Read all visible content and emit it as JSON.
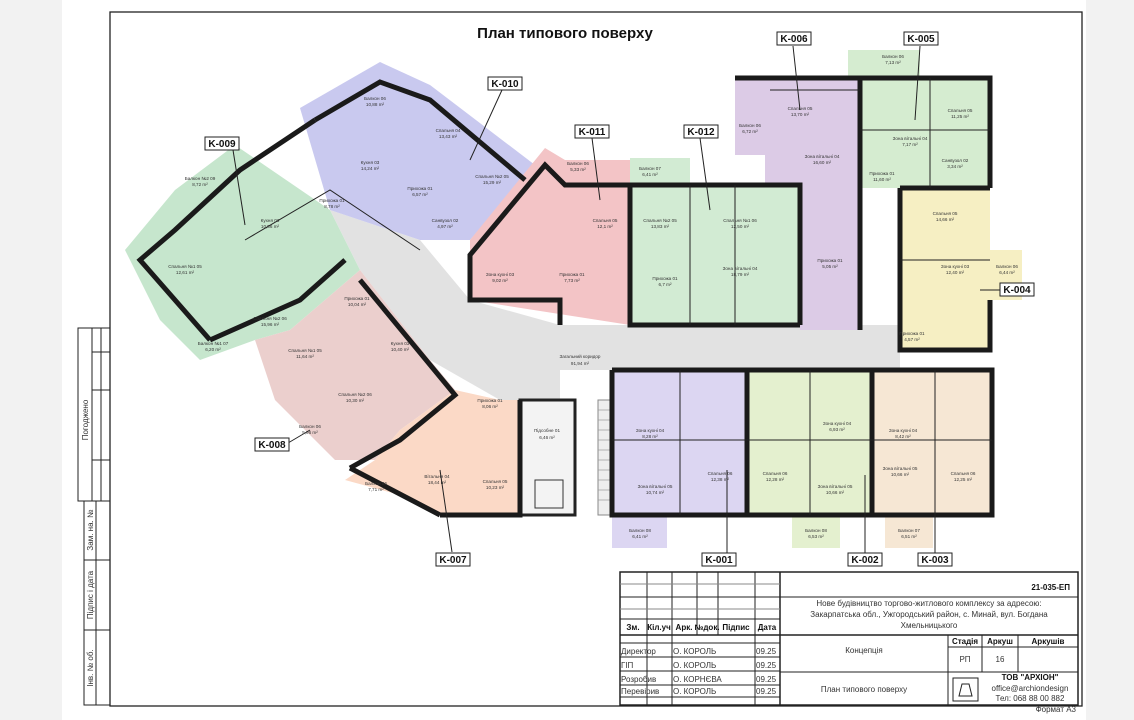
{
  "title": "План типового поверху",
  "colors": {
    "k009": "#c6e6cd",
    "k010": "#c9c9ef",
    "k011": "#f3c4c6",
    "k012": "#d2ebd3",
    "k006": "#dccbe6",
    "k005": "#d5ecd0",
    "k004": "#f6efc3",
    "k008": "#ebcfcd",
    "k007": "#fbd9c6",
    "k001": "#dcd6f2",
    "k002": "#e4f0cf",
    "k003": "#f6e7d4",
    "corridor": "#e2e2e2"
  },
  "apartments": [
    "K-001",
    "K-002",
    "K-003",
    "K-004",
    "K-005",
    "K-006",
    "K-007",
    "K-008",
    "K-009",
    "K-010",
    "K-011",
    "K-012"
  ],
  "rooms": {
    "corridor": {
      "name": "Загальний коридор",
      "area": "91,94 m²"
    },
    "utility": {
      "name": "Підсобне 01",
      "area": "6,46 m²"
    },
    "k010": [
      {
        "name": "Балкон 06",
        "area": "10,88 m²"
      },
      {
        "name": "Кухня 03",
        "area": "14,24 m²"
      },
      {
        "name": "Спальня 04",
        "area": "13,43 m²"
      },
      {
        "name": "Спальня №2 05",
        "area": "15,29 m²"
      },
      {
        "name": "Прихожа 01",
        "area": "6,57 m²"
      },
      {
        "name": "Санвузол 02",
        "area": "4,97 m²"
      }
    ],
    "k009": [
      {
        "name": "Балкон №2 09",
        "area": "8,72 m²"
      },
      {
        "name": "Кухня 03",
        "area": "10,56 m²"
      },
      {
        "name": "Спальня №1 05",
        "area": "12,61 m²"
      },
      {
        "name": "Балкон №1 07",
        "area": "6,20 m²"
      },
      {
        "name": "Спальня №2 06",
        "area": "15,96 m²"
      },
      {
        "name": "Прихожа 01",
        "area": "8,78 m²"
      }
    ],
    "k011": [
      {
        "name": "Балкон 06",
        "area": "5,33 m²"
      },
      {
        "name": "Спальня 05",
        "area": "12,1 m²"
      },
      {
        "name": "Зона кухні 03",
        "area": "9,02 m²"
      },
      {
        "name": "Прихожа 01",
        "area": "7,73 m²"
      }
    ],
    "k012": [
      {
        "name": "Балкон 07",
        "area": "6,41 m²"
      },
      {
        "name": "Спальня №2 05",
        "area": "13,83 m²"
      },
      {
        "name": "Спальня №1 06",
        "area": "12,50 m²"
      },
      {
        "name": "Зона вітальні 04",
        "area": "18,79 m²"
      },
      {
        "name": "Прихожа 01",
        "area": "6,7 m²"
      }
    ],
    "k006": [
      {
        "name": "Балкон 06",
        "area": "6,72 m²"
      },
      {
        "name": "Спальня 05",
        "area": "13,70 m²"
      },
      {
        "name": "Зона вітальні 04",
        "area": "16,60 m²"
      },
      {
        "name": "Прихожа 01",
        "area": "5,05 m²"
      }
    ],
    "k005": [
      {
        "name": "Балкон 06",
        "area": "7,13 m²"
      },
      {
        "name": "Спальня 05",
        "area": "11,25 m²"
      },
      {
        "name": "Зона вітальні 04",
        "area": "7,17 m²"
      },
      {
        "name": "Прихожа 01",
        "area": "11,60 m²"
      },
      {
        "name": "Санвузол 02",
        "area": "3,34 m²"
      }
    ],
    "k004": [
      {
        "name": "Спальня 05",
        "area": "14,66 m²"
      },
      {
        "name": "Балкон 06",
        "area": "6,44 m²"
      },
      {
        "name": "Зона кухні 03",
        "area": "12,40 m²"
      },
      {
        "name": "Прихожа 01",
        "area": "4,57 m²"
      }
    ],
    "k008": [
      {
        "name": "Прихожа 01",
        "area": "10,04 m²"
      },
      {
        "name": "Спальня №1 05",
        "area": "11,64 m²"
      },
      {
        "name": "Спальня №2 06",
        "area": "10,30 m²"
      },
      {
        "name": "Балкон 06",
        "area": "5,96 m²"
      },
      {
        "name": "Кухня 03",
        "area": "10,40 m²"
      }
    ],
    "k007": [
      {
        "name": "Прихожа 01",
        "area": "8,06 m²"
      },
      {
        "name": "Вітальня 04",
        "area": "18,44 m²"
      },
      {
        "name": "Балкон 06",
        "area": "7,71 m²"
      },
      {
        "name": "Спальня 05",
        "area": "10,23 m²"
      }
    ],
    "k001": [
      {
        "name": "Зона кухні 04",
        "area": "8,28 m²"
      },
      {
        "name": "Спальня 06",
        "area": "12,38 m²"
      },
      {
        "name": "Зона вітальні 05",
        "area": "10,74 m²"
      },
      {
        "name": "Балкон 08",
        "area": "6,41 m²"
      }
    ],
    "k002": [
      {
        "name": "Зона кухні 04",
        "area": "6,93 m²"
      },
      {
        "name": "Спальня 06",
        "area": "12,28 m²"
      },
      {
        "name": "Зона вітальні 05",
        "area": "10,66 m²"
      },
      {
        "name": "Балкон 08",
        "area": "6,53 m²"
      }
    ],
    "k003": [
      {
        "name": "Зона кухні 04",
        "area": "8,42 m²"
      },
      {
        "name": "Спальня 06",
        "area": "12,25 m²"
      },
      {
        "name": "Зона вітальні 05",
        "area": "10,66 m²"
      },
      {
        "name": "Балкон 07",
        "area": "6,51 m²"
      }
    ]
  },
  "side_stamp": {
    "agreed": "Погоджено",
    "replace_no": "Зам. нa. №",
    "sign_date": "Підпис і дата",
    "inv_no": "Інв. № об."
  },
  "title_block": {
    "code": "21-035-ЕП",
    "address": [
      "Нове будівництво торгово-житлового комплексу за адресою:",
      "Закарпатська обл., Ужгородський район, с. Минай, вул. Богдана",
      "Хмельницького"
    ],
    "headers": [
      "Зм.",
      "Кіл.уч",
      "Арк.",
      "№док.",
      "Підпис",
      "Дата"
    ],
    "signers": [
      {
        "role": "Директор",
        "name": "О. КОРОЛЬ",
        "date": "09.25"
      },
      {
        "role": "ГІП",
        "name": "О. КОРОЛЬ",
        "date": "09.25"
      },
      {
        "role": "Розробив",
        "name": "О. КОРНЄВА",
        "date": "09.25"
      },
      {
        "role": "Перевірив",
        "name": "О. КОРОЛЬ",
        "date": "09.25"
      }
    ],
    "concept": "Концепція",
    "stage_label": "Стадія",
    "sheet_label": "Аркуш",
    "sheets_label": "Аркушів",
    "stage": "РП",
    "sheet": "16",
    "sheet_name": "План типового поверху",
    "company": "ТОВ \"АРХІОН\"",
    "email": "office@archiondesign",
    "phone": "Тел: 068 88 00 882",
    "format": "Формат А3"
  }
}
